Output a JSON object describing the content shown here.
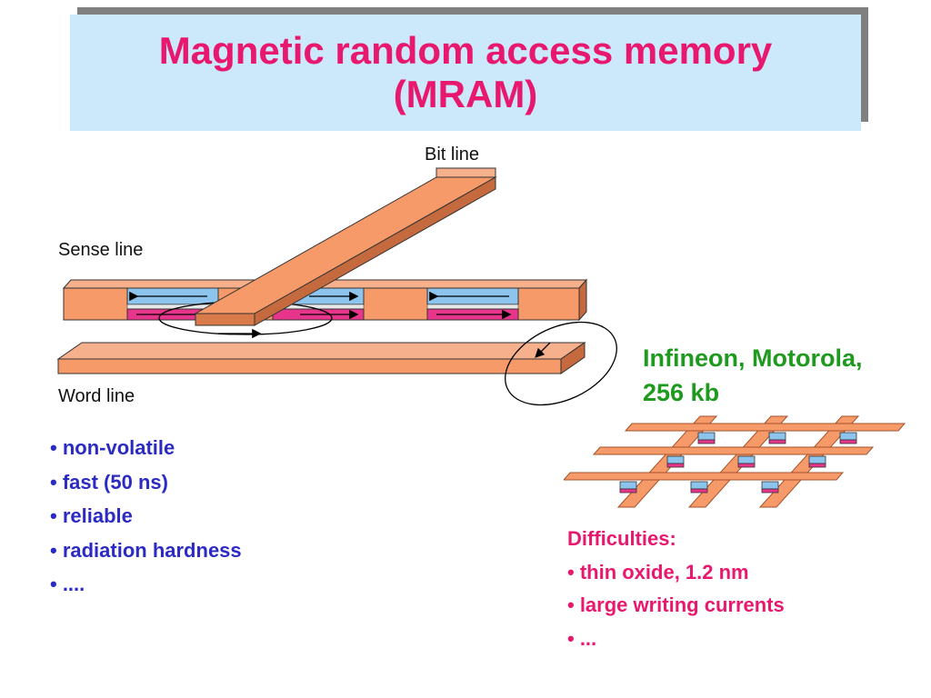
{
  "slide": {
    "title_line1": "Magnetic random access memory",
    "title_line2": "(MRAM)"
  },
  "diagram": {
    "bit_line_label": "Bit line",
    "sense_line_label": "Sense line",
    "word_line_label": "Word line"
  },
  "features": [
    "• non-volatile",
    "• fast (50 ns)",
    "• reliable",
    "• radiation hardness",
    "• ...."
  ],
  "vendor": {
    "line1": "Infineon, Motorola,",
    "line2": "256 kb"
  },
  "difficulties": {
    "heading": "Difficulties:",
    "items": [
      "• thin oxide, 1.2 nm",
      "• large writing currents",
      "• ..."
    ]
  },
  "colors": {
    "title_text": "#e8186f",
    "title_background": "#cce8fb",
    "features_text": "#2b2bc4",
    "vendor_text": "#1e9a1e",
    "difficulties_text": "#e8186f",
    "line_fill": "#f79a6a",
    "free_layer": "#8cc4ee",
    "pinned_layer": "#e8358c"
  }
}
